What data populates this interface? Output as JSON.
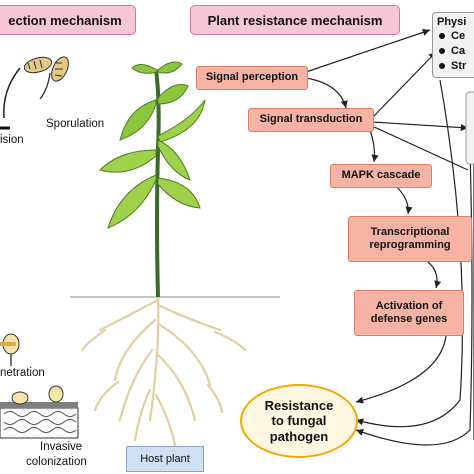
{
  "titles": {
    "infection": "ection mechanism",
    "resistance": "Plant resistance mechanism"
  },
  "left_labels": {
    "sporulation": "Sporulation",
    "ision": "ision",
    "penetration": "netration",
    "invasive": "Invasive",
    "colonization": "colonization"
  },
  "pathway": {
    "signal_perception": "Signal perception",
    "signal_transduction": "Signal transduction",
    "mapk": "MAPK cascade",
    "transcriptional_1": "Transcriptional",
    "transcriptional_2": "reprogramming",
    "activation_1": "Activation of",
    "activation_2": "defense genes"
  },
  "physiological": {
    "title": "Physi",
    "items": [
      "Ce",
      "Ca",
      "Str"
    ]
  },
  "resistance_outcome": {
    "line1": "Resistance",
    "line2": "to fungal",
    "line3": "pathogen"
  },
  "host_plant": "Host plant",
  "colors": {
    "title_fill": "#f7c6d6",
    "step_fill": "#f6b3a4",
    "outcome_border": "#f2a800",
    "host_fill": "#cfe0f2"
  }
}
